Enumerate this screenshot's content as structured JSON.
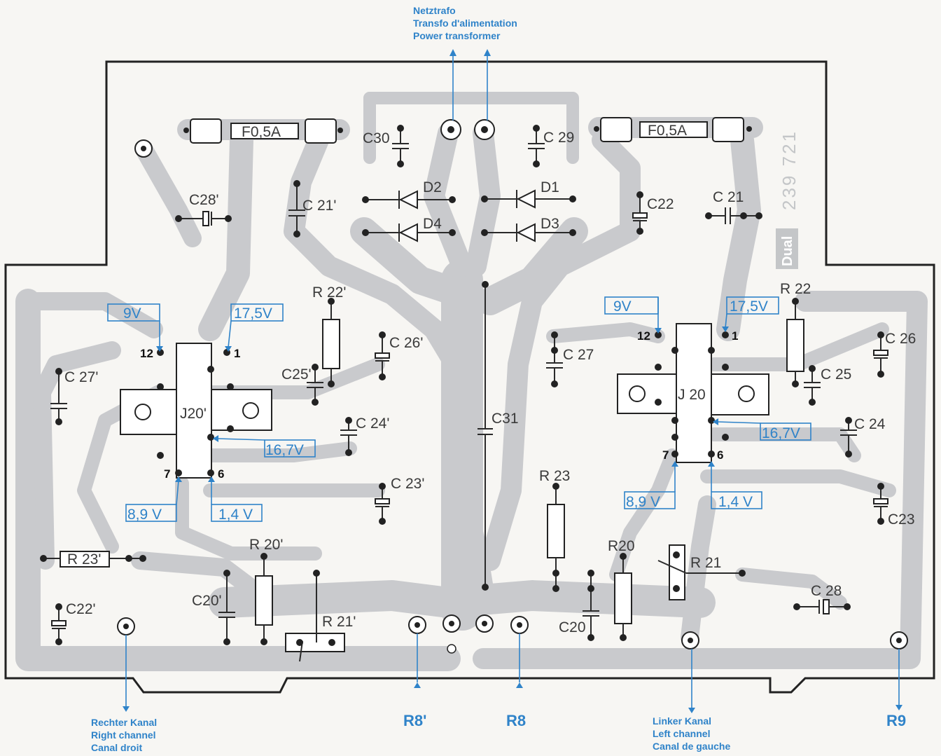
{
  "callouts": {
    "transformer": [
      "Netztrafo",
      "Transfo d'alimentation",
      "Power transformer"
    ],
    "right_channel": [
      "Rechter Kanal",
      "Right channel",
      "Canal droit"
    ],
    "left_channel": [
      "Linker Kanal",
      "Left channel",
      "Canal de gauche"
    ],
    "r8p": "R8'",
    "r8": "R8",
    "r9": "R9"
  },
  "board": {
    "part_number": "239 721",
    "brand": "Dual"
  },
  "fuses": {
    "left": "F0,5A",
    "right": "F0,5A"
  },
  "diodes": {
    "d1": "D1",
    "d2": "D2",
    "d3": "D3",
    "d4": "D4"
  },
  "capacitors": {
    "c20": "C20",
    "c20p": "C20'",
    "c21": "C 21",
    "c21p": "C 21'",
    "c22": "C22",
    "c22p": "C22'",
    "c23": "C23",
    "c23p": "C 23'",
    "c24": "C 24",
    "c24p": "C 24'",
    "c25": "C 25",
    "c25p": "C25'",
    "c26": "C 26",
    "c26p": "C 26'",
    "c27": "C 27",
    "c27p": "C 27'",
    "c28": "C 28",
    "c28p": "C28'",
    "c29": "C 29",
    "c30": "C30",
    "c31": "C31"
  },
  "resistors": {
    "r20": "R20",
    "r20p": "R 20'",
    "r21": "R 21",
    "r21p": "R 21'",
    "r22": "R 22",
    "r22p": "R 22'",
    "r23": "R 23",
    "r23p": "R 23'"
  },
  "ics": {
    "left": "J20'",
    "right": "J 20"
  },
  "pins": {
    "p12": "12",
    "p1": "1",
    "p7": "7",
    "p6": "6"
  },
  "voltages": {
    "left": {
      "pin12": "9V",
      "pin1": "17,5V",
      "pin_out": "16,7V",
      "pin7": "8,9 V",
      "pin6": "1,4 V"
    },
    "right": {
      "pin12": "9V",
      "pin1": "17,5V",
      "pin_out": "16,7V",
      "pin7": "8,9 V",
      "pin6": "1,4 V"
    }
  },
  "colors": {
    "accent_blue": "#2f83c9",
    "trace_gray": "#c9cacd",
    "outline": "#222222"
  }
}
